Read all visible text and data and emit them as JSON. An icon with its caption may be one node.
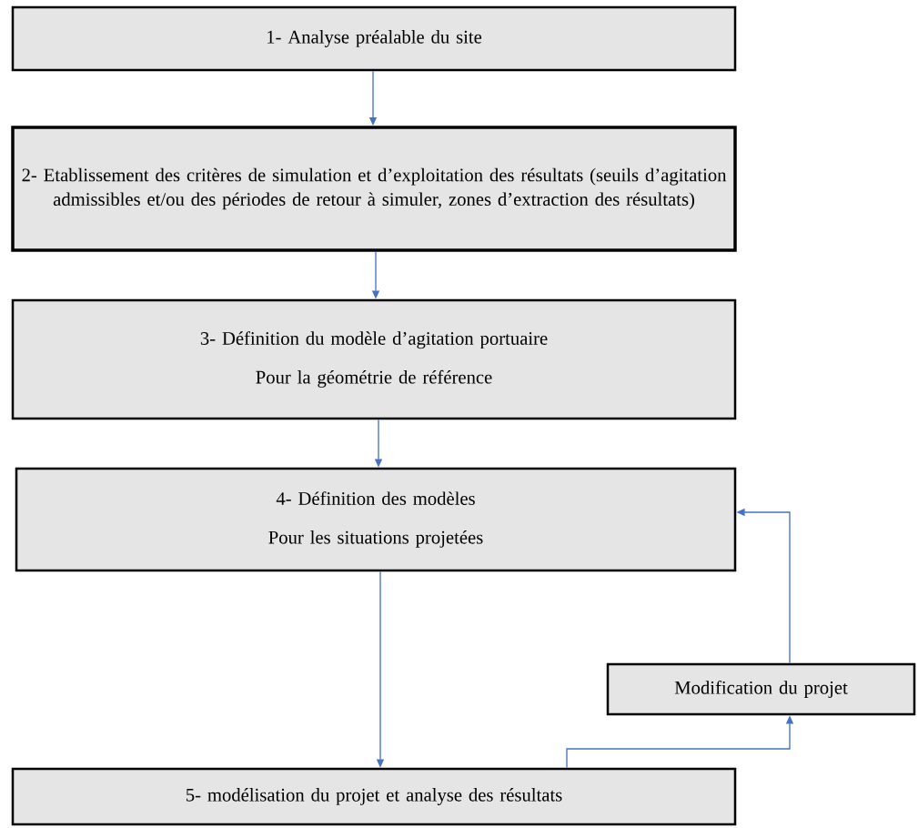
{
  "diagram": {
    "nodes": [
      {
        "text": [
          "1- Analyse préalable du site"
        ]
      },
      {
        "text": [
          "2- Etablissement des critères de simulation et d’exploitation des résultats (seuils d’agitation admissibles et/ou des périodes de retour à simuler, zones d’extraction des résultats)"
        ]
      },
      {
        "text": [
          "3- Définition du modèle d’agitation portuaire",
          "Pour la géométrie de référence"
        ]
      },
      {
        "text": [
          "4- Définition des modèles",
          "Pour les situations projetées"
        ]
      },
      {
        "text": [
          "Modification du projet"
        ]
      },
      {
        "text": [
          "5- modélisation du projet et analyse des résultats"
        ]
      }
    ],
    "edges": [
      {
        "from": 0,
        "to": 1,
        "arrow": "to"
      },
      {
        "from": 1,
        "to": 2,
        "arrow": "to"
      },
      {
        "from": 2,
        "to": 3,
        "arrow": "to"
      },
      {
        "from": 3,
        "to": 5,
        "arrow": "to"
      },
      {
        "from": 5,
        "to": 4,
        "arrow": "to"
      },
      {
        "from": 4,
        "to": 3,
        "arrow": "to"
      }
    ]
  }
}
